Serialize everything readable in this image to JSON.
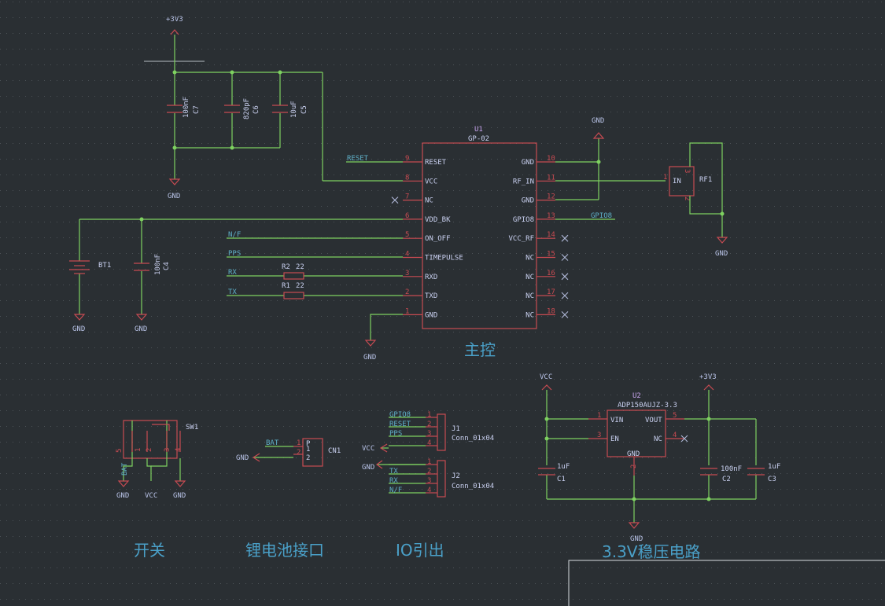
{
  "colors": {
    "background": "#2a2f33",
    "wire": "#7ed160",
    "component": "#c84b52",
    "text": "#c9d0f0",
    "net_label": "#5fb0c8",
    "section_title": "#4aa0c8"
  },
  "power": {
    "v3v3": "+3V3",
    "gnd": "GND",
    "vcc": "VCC"
  },
  "u1": {
    "ref": "U1",
    "value": "GP-02",
    "left_pins": [
      {
        "num": "9",
        "name": "RESET"
      },
      {
        "num": "8",
        "name": "VCC"
      },
      {
        "num": "7",
        "name": "NC"
      },
      {
        "num": "6",
        "name": "VDD_BK"
      },
      {
        "num": "5",
        "name": "ON_OFF"
      },
      {
        "num": "4",
        "name": "TIMEPULSE"
      },
      {
        "num": "3",
        "name": "RXD"
      },
      {
        "num": "2",
        "name": "TXD"
      },
      {
        "num": "1",
        "name": "GND"
      }
    ],
    "right_pins": [
      {
        "num": "10",
        "name": "GND"
      },
      {
        "num": "11",
        "name": "RF_IN"
      },
      {
        "num": "12",
        "name": "GND"
      },
      {
        "num": "13",
        "name": "GPIO8"
      },
      {
        "num": "14",
        "name": "VCC_RF"
      },
      {
        "num": "15",
        "name": "NC"
      },
      {
        "num": "16",
        "name": "NC"
      },
      {
        "num": "17",
        "name": "NC"
      },
      {
        "num": "18",
        "name": "NC"
      }
    ]
  },
  "caps_top": [
    {
      "ref": "C7",
      "value": "100nF"
    },
    {
      "ref": "C6",
      "value": "820pF"
    },
    {
      "ref": "C5",
      "value": "10uF"
    }
  ],
  "c4": {
    "ref": "C4",
    "value": "100nF"
  },
  "bt1": {
    "ref": "BT1"
  },
  "r2": {
    "ref": "R2",
    "value": "22"
  },
  "r1": {
    "ref": "R1",
    "value": "22"
  },
  "rf1": {
    "ref": "RF1",
    "pin_in": "IN",
    "pins": [
      "1",
      "3",
      "2"
    ]
  },
  "nets": {
    "reset": "RESET",
    "nf": "N/F",
    "pps": "PPS",
    "rx": "RX",
    "tx": "TX",
    "gpio8": "GPIO8",
    "bat": "BAT"
  },
  "sw1": {
    "ref": "SW1",
    "pins": [
      "5",
      "1",
      "2",
      "3",
      "4"
    ],
    "label_bat": "BAT",
    "vcc": "VCC"
  },
  "cn1": {
    "ref": "CN1",
    "pin1": "1",
    "pin2": "2",
    "inner1": "P",
    "inner2": "1",
    "inner3": "2"
  },
  "j1": {
    "ref": "J1",
    "value": "Conn_01x04",
    "labels": [
      "GPIO8",
      "RESET",
      "PPS",
      "VCC"
    ],
    "nums": [
      "1",
      "2",
      "3",
      "4"
    ]
  },
  "j2": {
    "ref": "J2",
    "value": "Conn_01x04",
    "labels": [
      "GND",
      "TX",
      "RX",
      "N/F"
    ],
    "nums": [
      "1",
      "2",
      "3",
      "4"
    ]
  },
  "u2": {
    "ref": "U2",
    "value": "ADP150AUJZ-3.3",
    "pin_vin": "VIN",
    "num_vin": "1",
    "pin_en": "EN",
    "num_en": "3",
    "pin_vout": "VOUT",
    "num_vout": "5",
    "pin_nc": "NC",
    "num_nc": "4",
    "pin_gnd": "GND",
    "num_gnd": "2"
  },
  "c1": {
    "ref": "C1",
    "value": "1uF"
  },
  "c2": {
    "ref": "C2",
    "value": "100nF"
  },
  "c3": {
    "ref": "C3",
    "value": "1uF"
  },
  "sections": {
    "main": "主控",
    "switch": "开关",
    "battery": "锂电池接口",
    "io": "IO引出",
    "reg": "3.3V稳压电路"
  }
}
